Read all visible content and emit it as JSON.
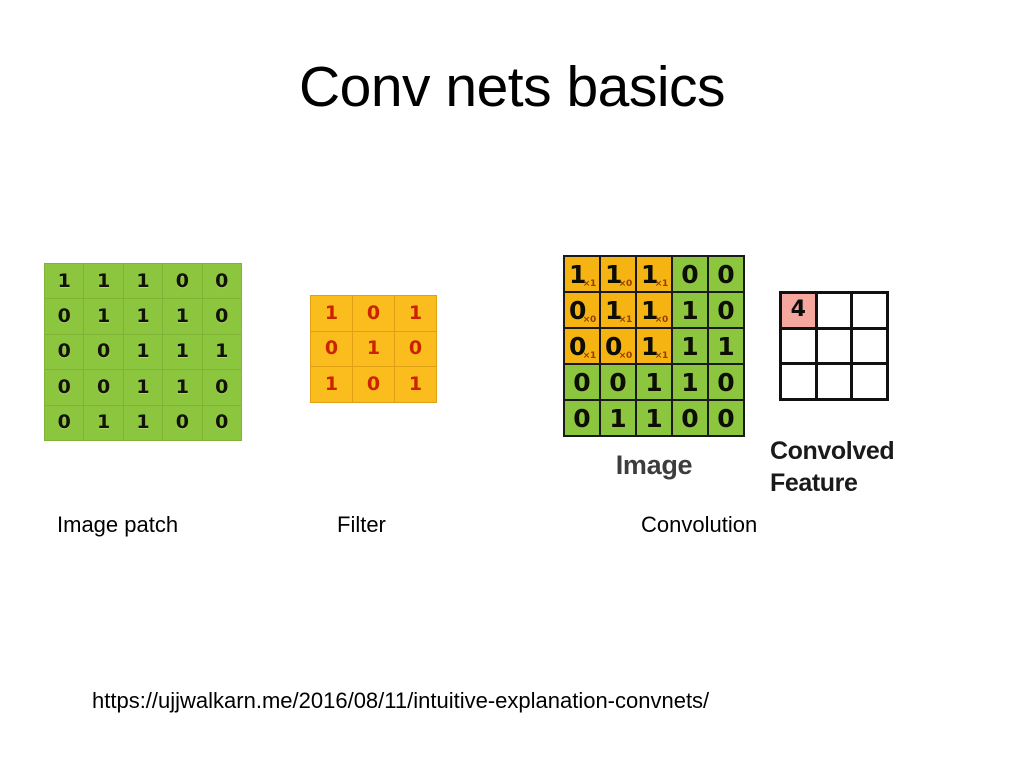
{
  "slide": {
    "title": "Conv nets basics",
    "source_url": "https://ujjwalkarn.me/2016/08/11/intuitive-explanation-convnets/"
  },
  "captions": {
    "image_patch": "Image patch",
    "filter": "Filter",
    "convolution": "Convolution"
  },
  "figure_labels": {
    "image": "Image",
    "convolved_feature_line1": "Convolved",
    "convolved_feature_line2": "Feature"
  },
  "colors": {
    "green_cell": "#8cc63e",
    "green_border": "#7fb335",
    "orange_cell": "#fabd1d",
    "orange_highlight": "#f6b412",
    "orange_border": "#e0a014",
    "filter_text": "#cc2200",
    "multiplier_text": "#9a3b05",
    "result_cell": "#f5a69d",
    "grid_border": "#111111",
    "background": "#ffffff",
    "text": "#000000"
  },
  "image_patch": {
    "rows": 5,
    "cols": 5,
    "values": [
      [
        "1",
        "1",
        "1",
        "0",
        "0"
      ],
      [
        "0",
        "1",
        "1",
        "1",
        "0"
      ],
      [
        "0",
        "0",
        "1",
        "1",
        "1"
      ],
      [
        "0",
        "0",
        "1",
        "1",
        "0"
      ],
      [
        "0",
        "1",
        "1",
        "0",
        "0"
      ]
    ]
  },
  "filter": {
    "rows": 3,
    "cols": 3,
    "values": [
      [
        "1",
        "0",
        "1"
      ],
      [
        "0",
        "1",
        "0"
      ],
      [
        "1",
        "0",
        "1"
      ]
    ]
  },
  "convolution": {
    "rows": 5,
    "cols": 5,
    "values": [
      [
        "1",
        "1",
        "1",
        "0",
        "0"
      ],
      [
        "0",
        "1",
        "1",
        "1",
        "0"
      ],
      [
        "0",
        "0",
        "1",
        "1",
        "1"
      ],
      [
        "0",
        "0",
        "1",
        "1",
        "0"
      ],
      [
        "0",
        "1",
        "1",
        "0",
        "0"
      ]
    ],
    "multipliers": [
      [
        "x1",
        "x0",
        "x1",
        "",
        ""
      ],
      [
        "x0",
        "x1",
        "x0",
        "",
        ""
      ],
      [
        "x1",
        "x0",
        "x1",
        "",
        ""
      ],
      [
        "",
        "",
        "",
        "",
        ""
      ],
      [
        "",
        "",
        "",
        "",
        ""
      ]
    ],
    "highlight": [
      [
        true,
        true,
        true,
        false,
        false
      ],
      [
        true,
        true,
        true,
        false,
        false
      ],
      [
        true,
        true,
        true,
        false,
        false
      ],
      [
        false,
        false,
        false,
        false,
        false
      ],
      [
        false,
        false,
        false,
        false,
        false
      ]
    ]
  },
  "convolved_feature": {
    "rows": 3,
    "cols": 3,
    "values": [
      [
        "4",
        "",
        ""
      ],
      [
        "",
        "",
        ""
      ],
      [
        "",
        "",
        ""
      ]
    ],
    "result_cell": [
      0,
      0
    ]
  },
  "chart_data": {
    "type": "table",
    "title": "Conv nets basics",
    "description": "Convolution of a 5x5 binary image patch with a 3x3 filter producing a convolved feature map; first output value is 4.",
    "panels": [
      {
        "name": "Image patch",
        "matrix": [
          [
            1,
            1,
            1,
            0,
            0
          ],
          [
            0,
            1,
            1,
            1,
            0
          ],
          [
            0,
            0,
            1,
            1,
            1
          ],
          [
            0,
            0,
            1,
            1,
            0
          ],
          [
            0,
            1,
            1,
            0,
            0
          ]
        ]
      },
      {
        "name": "Filter",
        "matrix": [
          [
            1,
            0,
            1
          ],
          [
            0,
            1,
            0
          ],
          [
            1,
            0,
            1
          ]
        ]
      },
      {
        "name": "Image",
        "matrix": [
          [
            1,
            1,
            1,
            0,
            0
          ],
          [
            0,
            1,
            1,
            1,
            0
          ],
          [
            0,
            0,
            1,
            1,
            1
          ],
          [
            0,
            0,
            1,
            1,
            0
          ],
          [
            0,
            1,
            1,
            0,
            0
          ]
        ],
        "overlay_multipliers": [
          [
            1,
            0,
            1
          ],
          [
            0,
            1,
            0
          ],
          [
            1,
            0,
            1
          ]
        ],
        "overlay_origin": [
          0,
          0
        ]
      },
      {
        "name": "Convolved Feature",
        "matrix": [
          [
            4,
            null,
            null
          ],
          [
            null,
            null,
            null
          ],
          [
            null,
            null,
            null
          ]
        ]
      }
    ]
  }
}
